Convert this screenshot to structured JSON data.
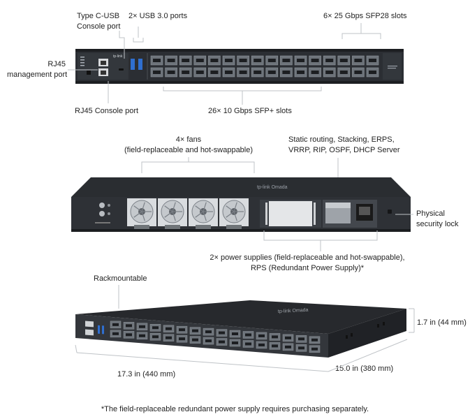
{
  "front_panel": {
    "labels": {
      "type_c": [
        "Type C-USB",
        "Console port"
      ],
      "usb": "2× USB 3.0 ports",
      "sfp28": "6× 25 Gbps SFP28 slots",
      "rj45_mgmt": [
        "RJ45",
        "management port"
      ],
      "rj45_console": "RJ45 Console port",
      "sfp_plus": "26× 10 Gbps SFP+ slots"
    },
    "brand": "tp-link"
  },
  "rear_panel": {
    "labels": {
      "fans": [
        "4× fans",
        "(field-replaceable and hot-swappable)"
      ],
      "features": [
        "Static routing, Stacking, ERPS,",
        "VRRP, RIP, OSPF, DHCP Server"
      ],
      "lock": [
        "Physical",
        "security lock"
      ],
      "power": [
        "2× power supplies (field-replaceable and hot-swappable),",
        "RPS (Redundant Power Supply)*"
      ]
    },
    "brand": "tp-link  Omada"
  },
  "angled_view": {
    "labels": {
      "rack": "Rackmountable",
      "height": "1.7 in (44 mm)",
      "width": "17.3 in (440 mm)",
      "depth": "15.0 in (380 mm)"
    },
    "brand": "tp-link  Omada"
  },
  "footnote": "*The field-replaceable redundant power supply requires purchasing separately."
}
